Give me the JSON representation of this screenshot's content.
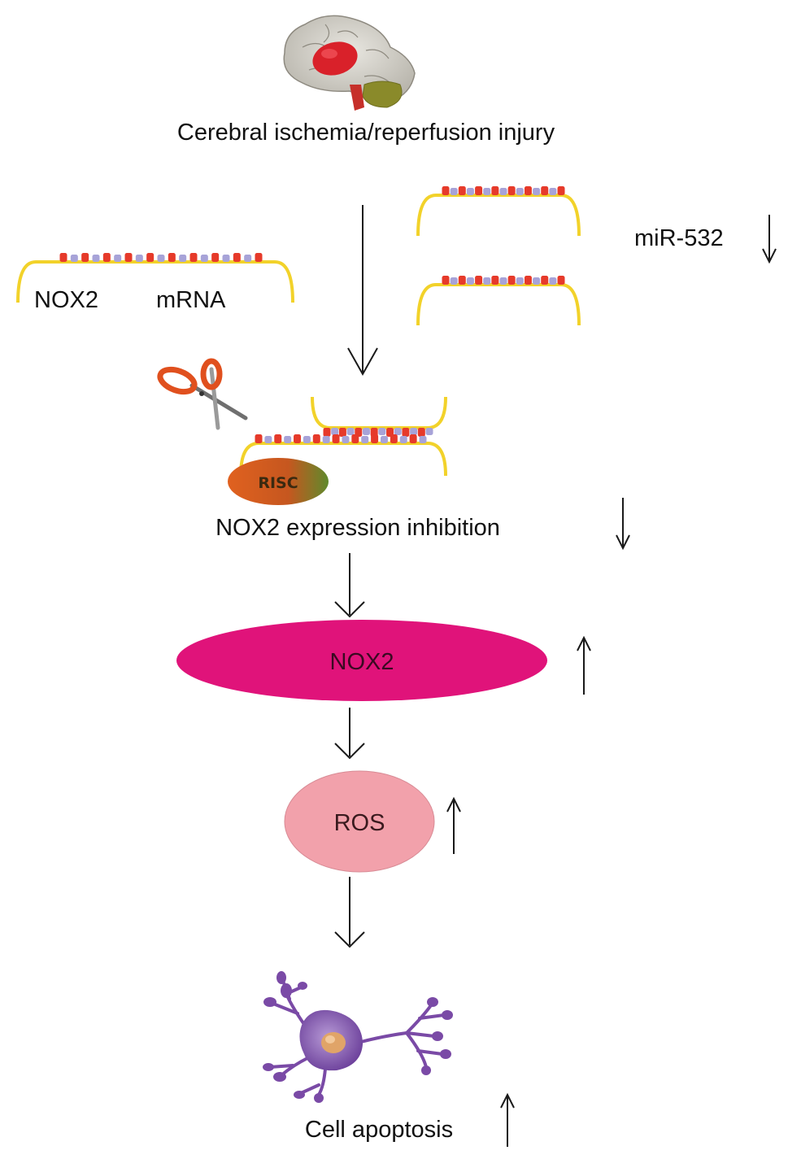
{
  "labels": {
    "injury": "Cerebral ischemia/reperfusion injury",
    "mirna": "miR-532",
    "nox2_gene": "NOX2",
    "mrna": "mRNA",
    "risc": "RISC",
    "inhibition": "NOX2 expression inhibition",
    "nox2_protein": "NOX2",
    "ros": "ROS",
    "apoptosis": "Cell apoptosis"
  },
  "indicators": {
    "mirna": "down",
    "inhibition": "down",
    "nox2": "up",
    "ros": "up",
    "apoptosis": "up"
  },
  "icons": {
    "brain": "brain-icon",
    "scissors": "scissors-icon",
    "neuron": "neuron-icon",
    "rna_strand": "rna-strand-icon"
  },
  "colors": {
    "nox2_ellipse": "#e0137a",
    "ros_ellipse": "#f2a1ab",
    "rna_backbone": "#f2d22a",
    "rna_base_red": "#e63a2a",
    "rna_base_lilac": "#a7a3d8",
    "risc_green": "#6a8f2a",
    "risc_orange": "#e0611f",
    "neuron_purple": "#7a4aa6",
    "nucleus": "#e0a468"
  }
}
